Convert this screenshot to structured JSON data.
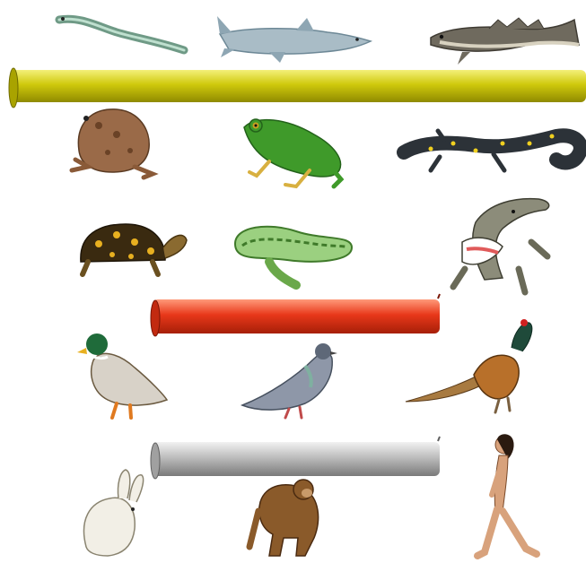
{
  "bars": [
    {
      "id": "yellow",
      "color": "#c9c40a",
      "highlight": "#f1ee6a",
      "shadow": "#8f8a00"
    },
    {
      "id": "red",
      "color": "#e8381a",
      "highlight": "#ff8a6a",
      "shadow": "#a8200a"
    },
    {
      "id": "gray",
      "color": "#b9b9b9",
      "highlight": "#eeeeee",
      "shadow": "#7d7d7d"
    }
  ],
  "rows": [
    {
      "group": "fish",
      "animals": [
        "eel-icon",
        "shark-icon",
        "cod-icon"
      ]
    },
    {
      "group": "amphibians",
      "animals": [
        "toad-icon",
        "tree-frog-icon",
        "salamander-icon"
      ]
    },
    {
      "group": "reptiles",
      "animals": [
        "box-turtle-icon",
        "snake-icon",
        "alligator-icon"
      ]
    },
    {
      "group": "birds",
      "animals": [
        "mallard-duck-icon",
        "pigeon-icon",
        "pheasant-icon"
      ]
    },
    {
      "group": "mammals",
      "animals": [
        "hare-icon",
        "chimpanzee-icon",
        "human-icon"
      ]
    }
  ]
}
